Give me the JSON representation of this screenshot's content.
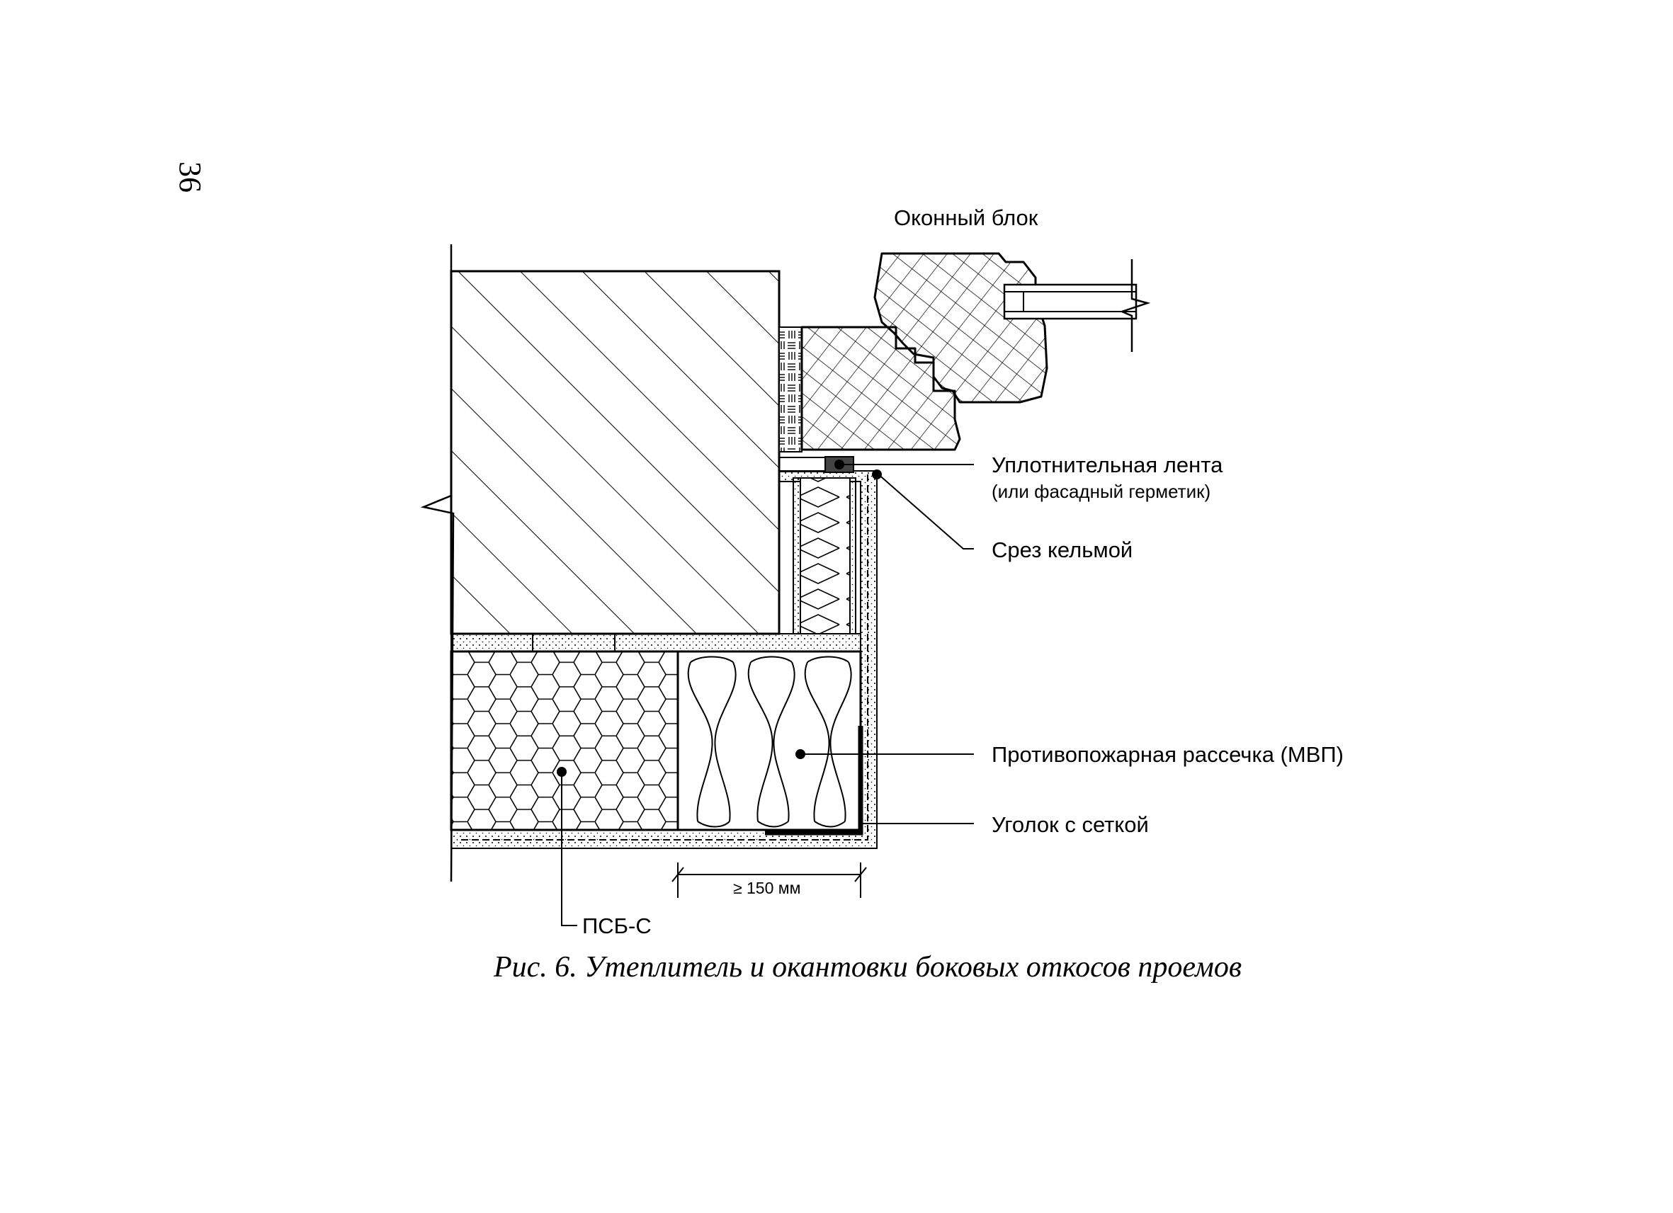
{
  "page": {
    "number": "36"
  },
  "labels": {
    "window_block": "Оконный блок",
    "sealing_tape": "Уплотнительная лента",
    "sealing_tape_note": "(или фасадный герметик)",
    "trowel_cut": "Срез кельмой",
    "fire_break": "Противопожарная рассечка (МВП)",
    "mesh_corner": "Уголок с сеткой",
    "psb": "ПСБ-С",
    "dimension": "≥ 150 мм"
  },
  "caption": "Рис. 6. Утеплитель и окантовки боковых откосов проемов"
}
